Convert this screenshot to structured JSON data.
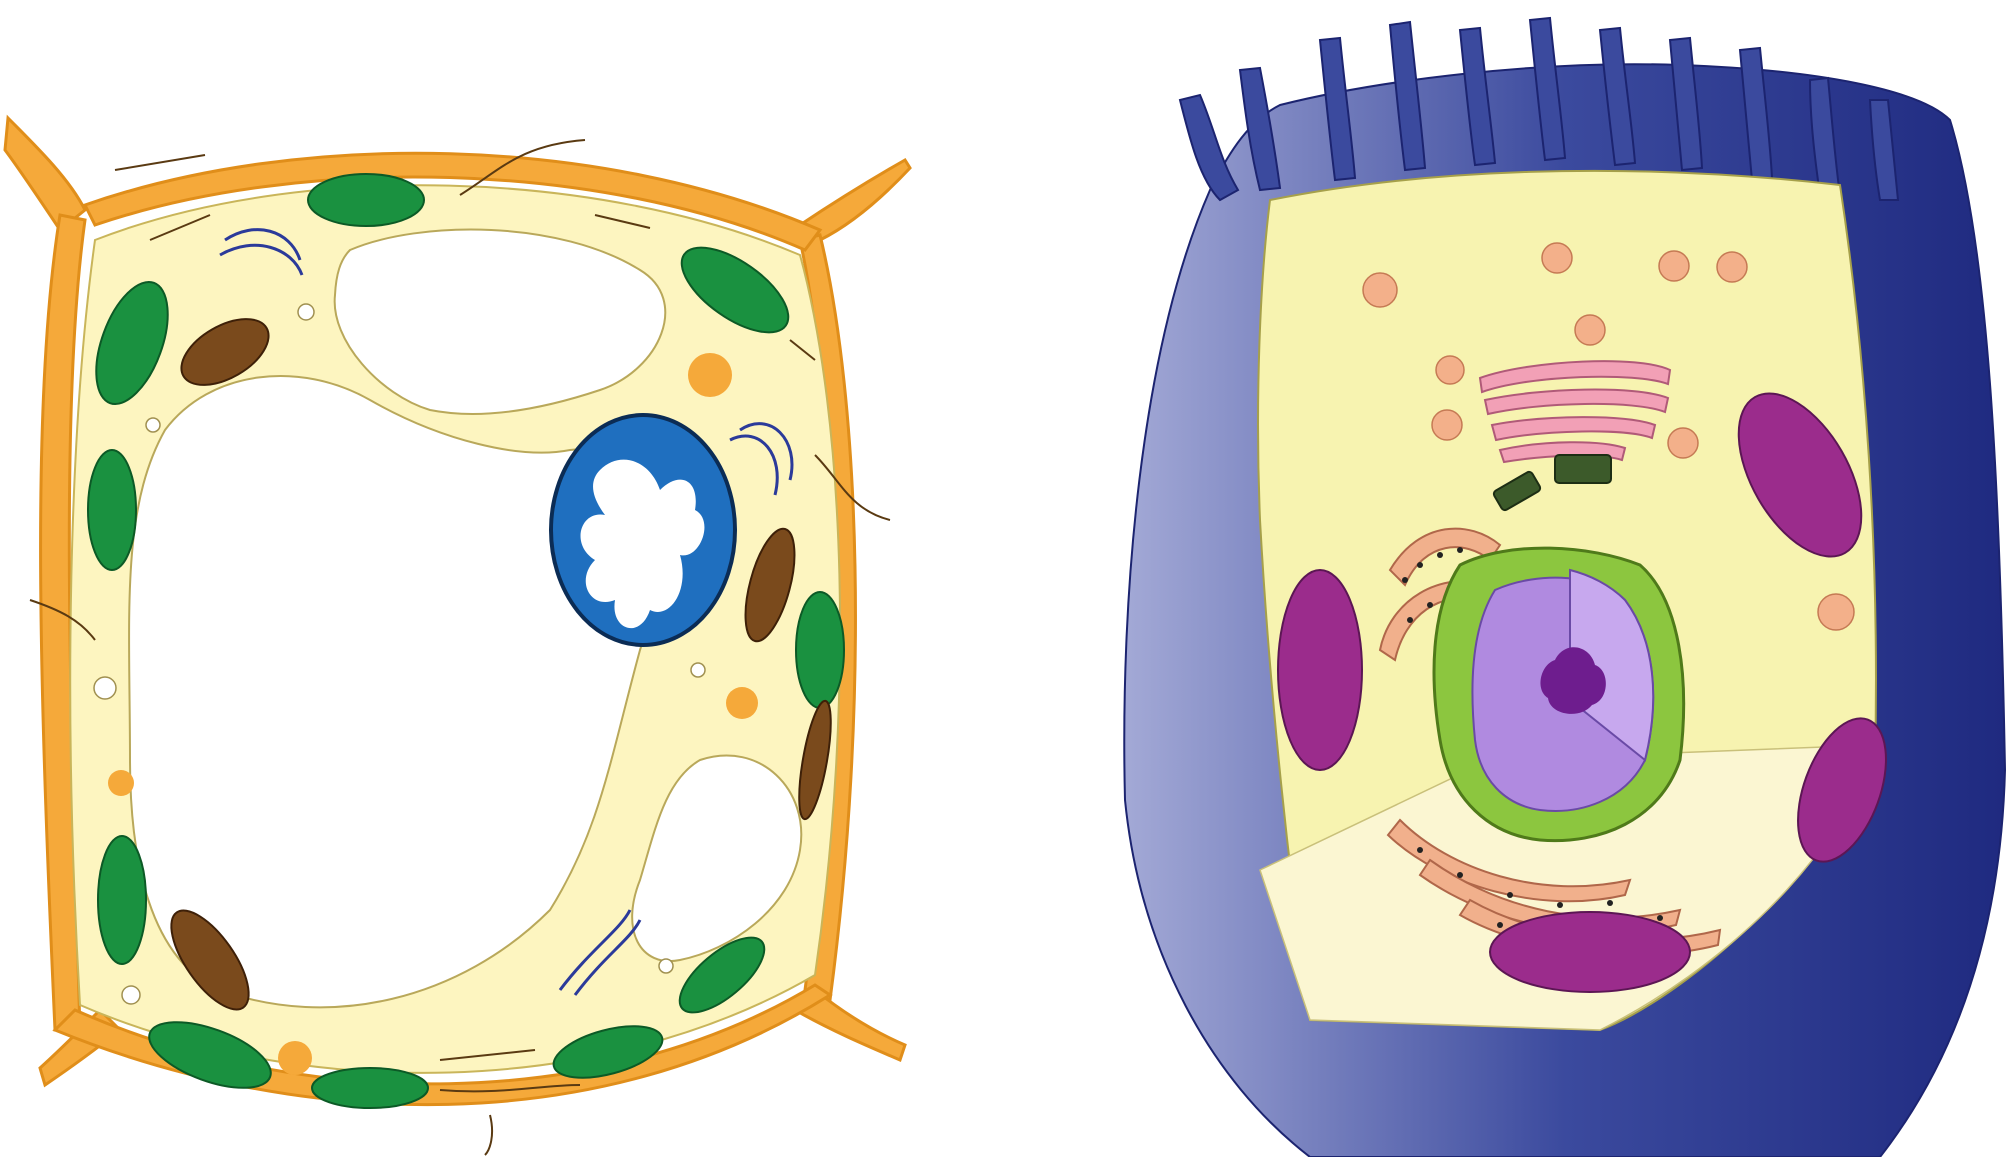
{
  "diagram": {
    "panels": [
      {
        "id": "plant-cell",
        "labels": [],
        "organelles": [
          "cell-wall",
          "cell-membrane",
          "cytoplasm",
          "central-vacuole",
          "small-vacuole",
          "nucleus",
          "chloroplast",
          "mitochondrion",
          "golgi-apparatus",
          "plasmodesmata",
          "vesicle"
        ]
      },
      {
        "id": "animal-cell",
        "labels": [],
        "organelles": [
          "cell-membrane",
          "microvilli",
          "cytoplasm",
          "nucleus",
          "nucleolus",
          "nuclear-envelope",
          "rough-endoplasmic-reticulum",
          "smooth-endoplasmic-reticulum",
          "golgi-apparatus",
          "mitochondrion",
          "centrioles",
          "lysosome",
          "vesicle"
        ]
      }
    ],
    "colors": {
      "cell_wall": "#f5a93a",
      "cytoplasm": "#fdf5c0",
      "chloroplast": "#1a9140",
      "mitochondrion_plant": "#7a4a1c",
      "nucleus_plant": "#1f6fbf",
      "animal_membrane": "#2e3a8c",
      "animal_cytoplasm": "#f7f3b0",
      "nucleus_animal": "#b08ae0",
      "nucleolus": "#6e1d8e",
      "rough_er": "#f1b08c",
      "nuclear_envelope": "#8cc63f",
      "golgi_animal": "#f2a0b6",
      "mitochondrion_animal": "#9b2c8c"
    }
  }
}
